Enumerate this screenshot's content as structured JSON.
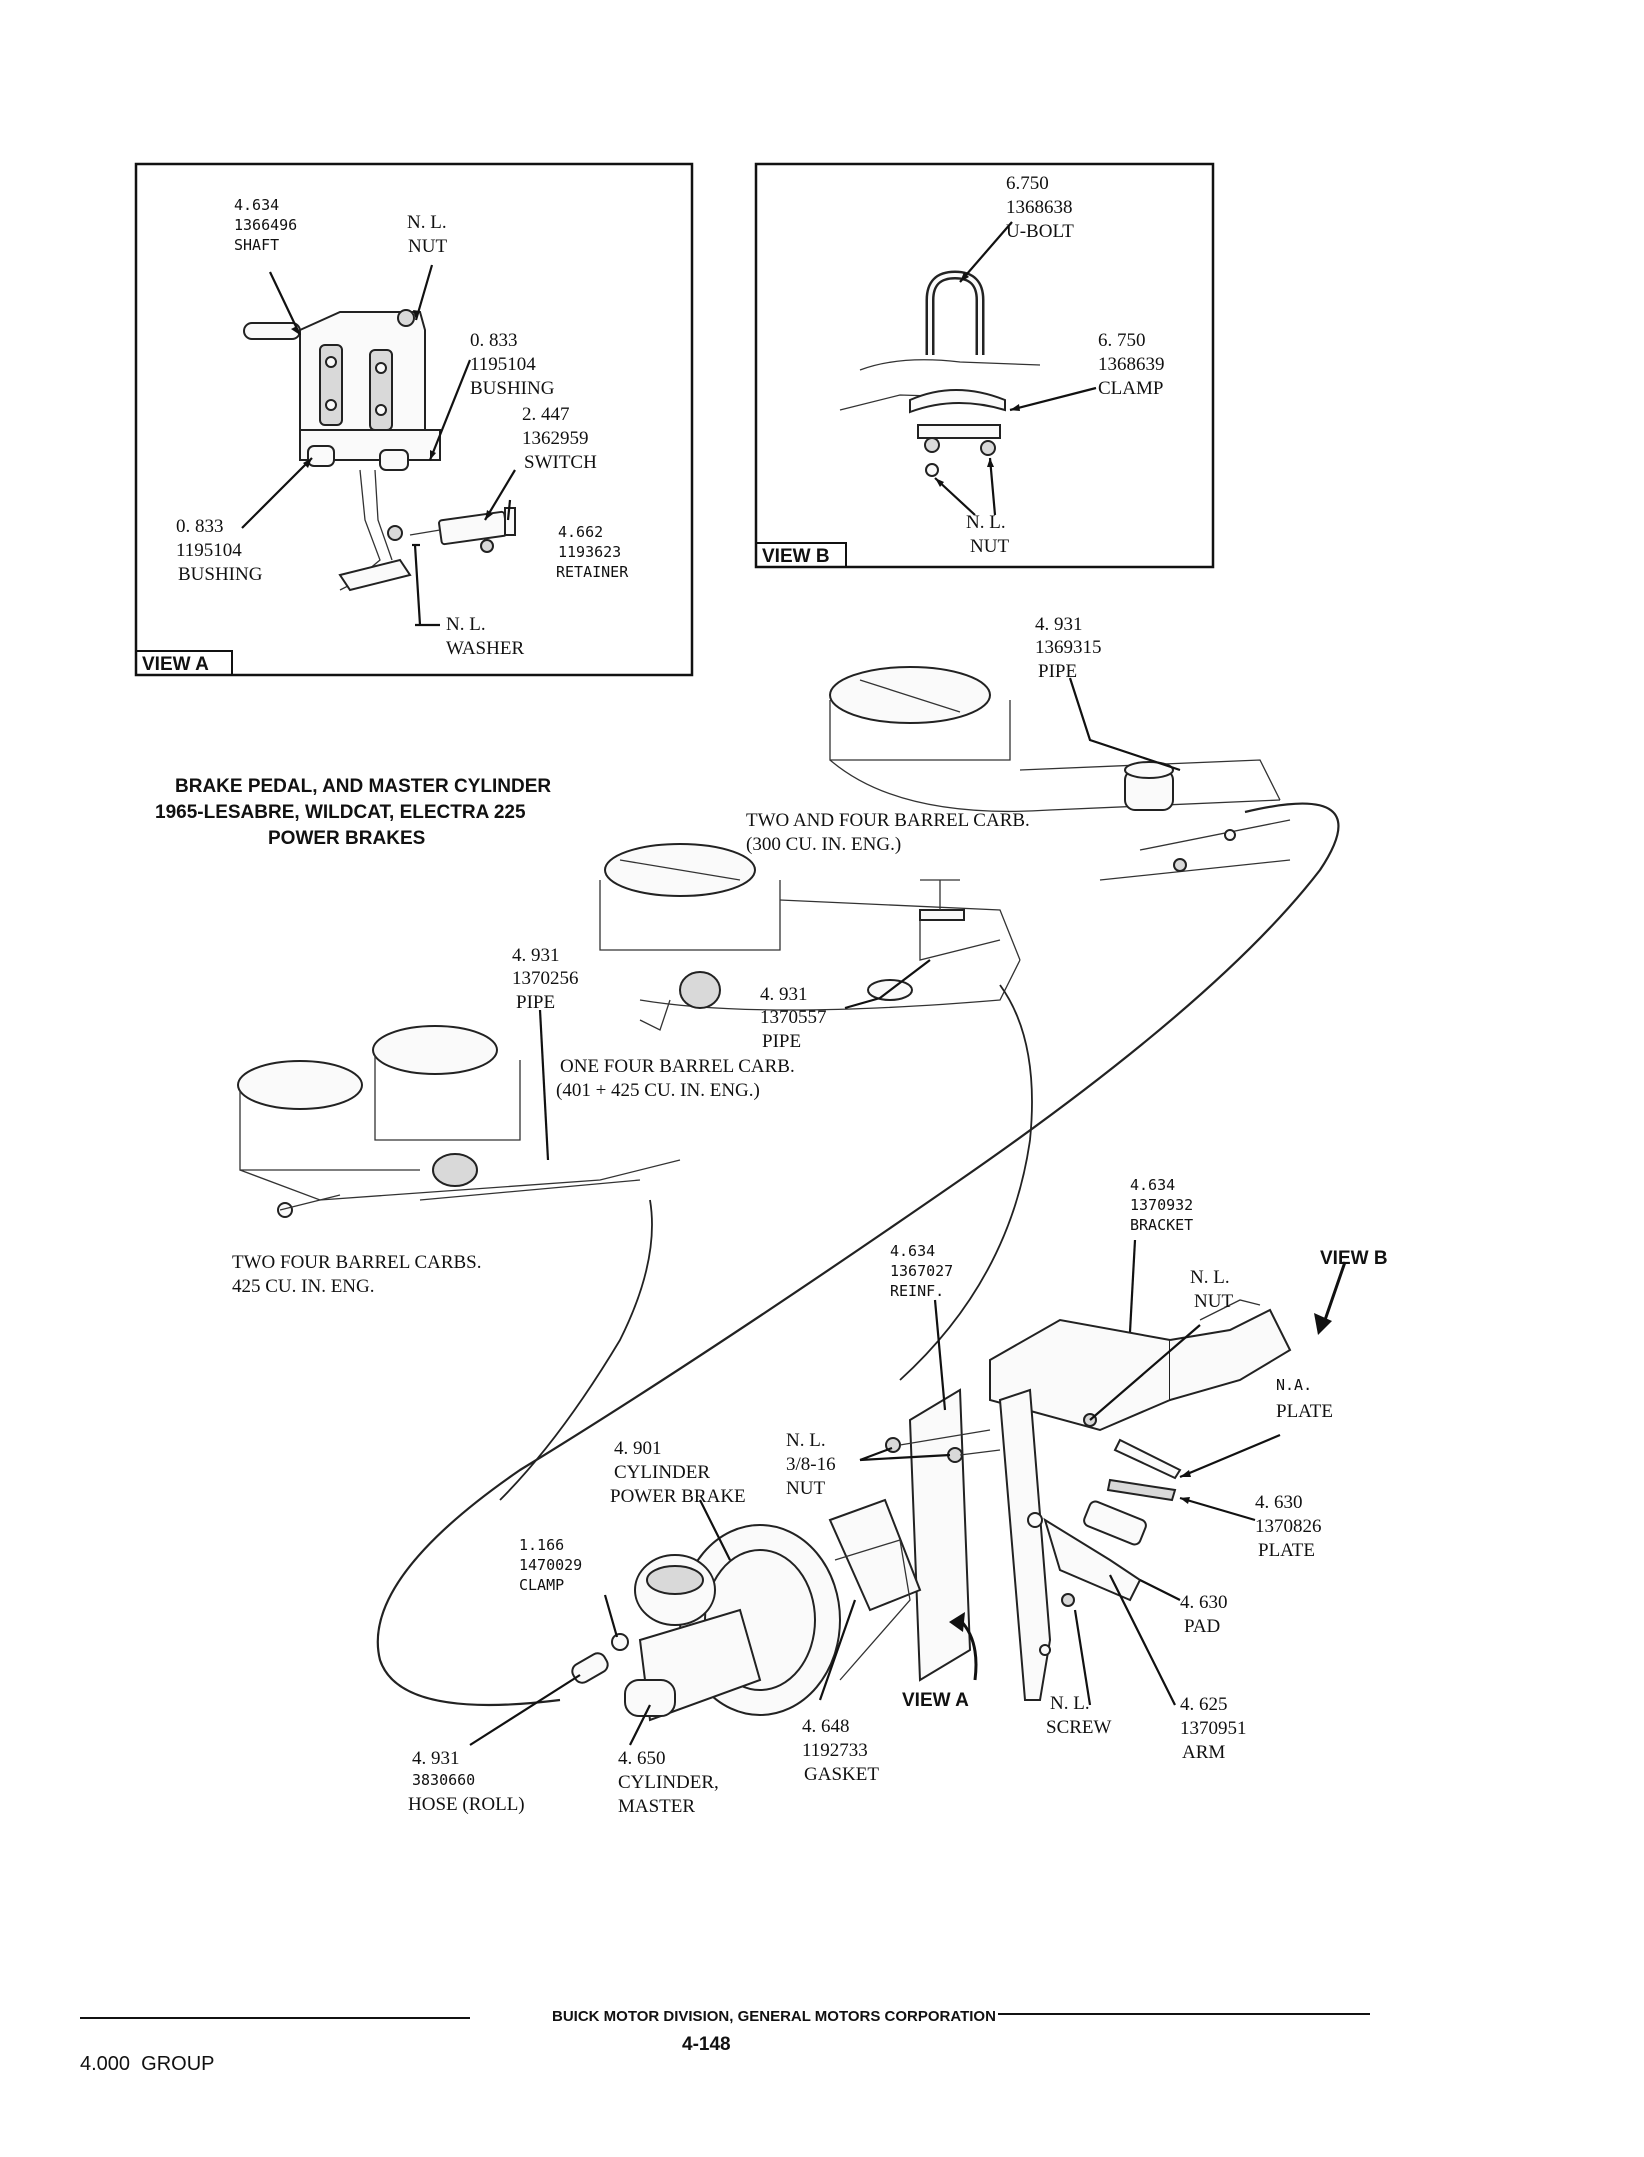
{
  "title": {
    "line1": "BRAKE PEDAL, AND MASTER CYLINDER",
    "line2": "1965-LESABRE, WILDCAT, ELECTRA 225",
    "line3": "POWER BRAKES"
  },
  "view_a_box": {
    "label": "VIEW A",
    "parts": {
      "shaft": [
        "4.634",
        "1366496",
        "SHAFT"
      ],
      "nut": [
        "N. L.",
        "NUT"
      ],
      "bushing_right": [
        "0. 833",
        "1195104",
        "BUSHING"
      ],
      "switch": [
        "2. 447",
        "1362959",
        "SWITCH"
      ],
      "bushing_left": [
        "0. 833",
        "1195104",
        "BUSHING"
      ],
      "retainer": [
        "4.662",
        "1193623",
        "RETAINER"
      ],
      "washer": [
        "N. L.",
        "WASHER"
      ]
    }
  },
  "view_b_box": {
    "label": "VIEW B",
    "parts": {
      "ubolt": [
        "6.750",
        "1368638",
        "U-BOLT"
      ],
      "clamp": [
        "6. 750",
        "1368639",
        "CLAMP"
      ],
      "nut": [
        "N. L.",
        "NUT"
      ]
    }
  },
  "carbs": {
    "two_four": [
      "TWO AND FOUR BARREL CARB.",
      "(300 CU. IN. ENG.)"
    ],
    "one_four": [
      "ONE FOUR BARREL CARB.",
      "(401 + 425 CU. IN. ENG.)"
    ],
    "two_four_barrel": [
      "TWO FOUR BARREL CARBS.",
      "425 CU. IN. ENG."
    ]
  },
  "pipes": {
    "pipe_top": [
      "4. 931",
      "1369315",
      "PIPE"
    ],
    "pipe_mid": [
      "4. 931",
      "1370557",
      "PIPE"
    ],
    "pipe_left": [
      "4. 931",
      "1370256",
      "PIPE"
    ]
  },
  "main": {
    "bracket": [
      "4.634",
      "1370932",
      "BRACKET"
    ],
    "reinf": [
      "4.634",
      "1367027",
      "REINF."
    ],
    "nl_nut": [
      "N. L.",
      "NUT"
    ],
    "view_b_marker": "VIEW B",
    "na_plate": [
      "N.A.",
      "PLATE"
    ],
    "nut_3816": [
      "N. L.",
      "3/8-16",
      "NUT"
    ],
    "cylinder_power": [
      "4. 901",
      "CYLINDER",
      "POWER BRAKE"
    ],
    "plate": [
      "4. 630",
      "1370826",
      "PLATE"
    ],
    "clamp": [
      "1.166",
      "1470029",
      "CLAMP"
    ],
    "pad": [
      "4. 630",
      "PAD"
    ],
    "view_a_marker": "VIEW A",
    "screw": [
      "N. L.",
      "SCREW"
    ],
    "arm": [
      "4. 625",
      "1370951",
      "ARM"
    ],
    "hose": [
      "4. 931",
      "3830660",
      "HOSE (ROLL)"
    ],
    "master": [
      "4. 650",
      "CYLINDER,",
      "MASTER"
    ],
    "gasket": [
      "4. 648",
      "1192733",
      "GASKET"
    ]
  },
  "footer": {
    "division": "BUICK MOTOR DIVISION, GENERAL MOTORS CORPORATION",
    "page": "4-148",
    "group": "4.000  GROUP"
  }
}
